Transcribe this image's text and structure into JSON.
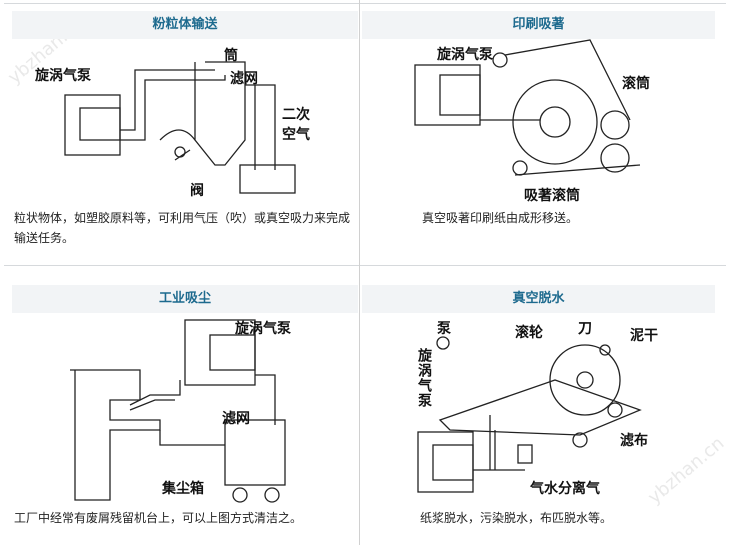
{
  "panels": [
    {
      "title": "粉粒体输送",
      "caption": "粒状物体，如塑胶原料等，可利用气压（吹）或真空吸力来完成输送任务。",
      "labels": {
        "pump": "旋涡气泵",
        "tube": "筒",
        "filter": "滤网",
        "air": "二次空气",
        "valve": "阀"
      }
    },
    {
      "title": "印刷吸著",
      "caption": "真空吸著印刷纸由成形移送。",
      "labels": {
        "pump": "旋涡气泵",
        "roller": "滚筒",
        "suction_roller": "吸著滚筒"
      }
    },
    {
      "title": "工业吸尘",
      "caption": "工厂中经常有废屑残留机台上，可以上图方式清洁之。",
      "labels": {
        "pump": "旋涡气泵",
        "filter": "滤网",
        "dust_box": "集尘箱"
      }
    },
    {
      "title": "真空脱水",
      "caption": "纸浆脱水，污染脱水，布匹脱水等。",
      "labels": {
        "pump_top": "泵",
        "pump": "旋涡气泵",
        "roller": "滚轮",
        "knife": "刀",
        "mud": "泥干",
        "cloth": "滤布",
        "separator": "气水分离气"
      }
    }
  ],
  "watermark": "ybzhan.cn"
}
